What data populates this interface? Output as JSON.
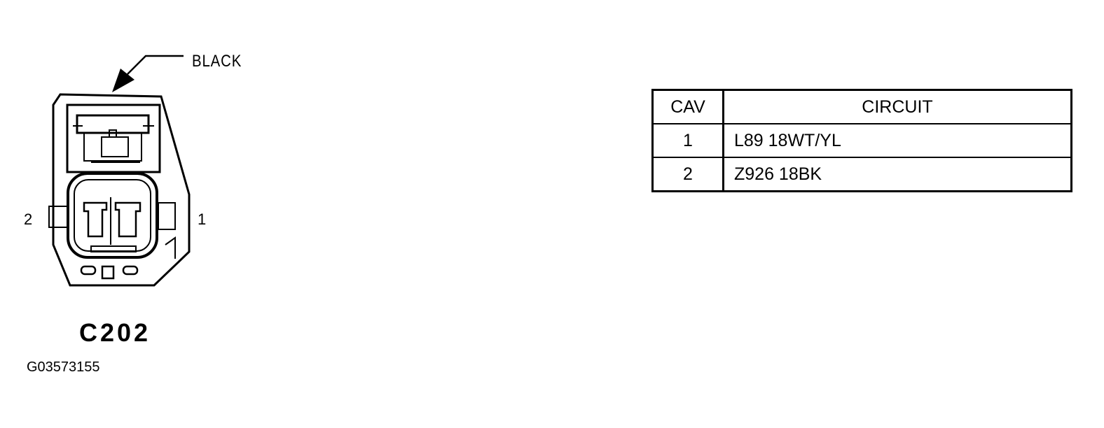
{
  "connector": {
    "color": "BLACK",
    "id": "C202",
    "cavity_labels": {
      "left": "2",
      "right": "1"
    }
  },
  "figure_id": "G03573155",
  "pin_table": {
    "headers": {
      "cav": "CAV",
      "circuit": "CIRCUIT"
    },
    "rows": [
      {
        "cav": "1",
        "circuit": "L89  18WT/YL"
      },
      {
        "cav": "2",
        "circuit": "Z926  18BK"
      }
    ]
  }
}
